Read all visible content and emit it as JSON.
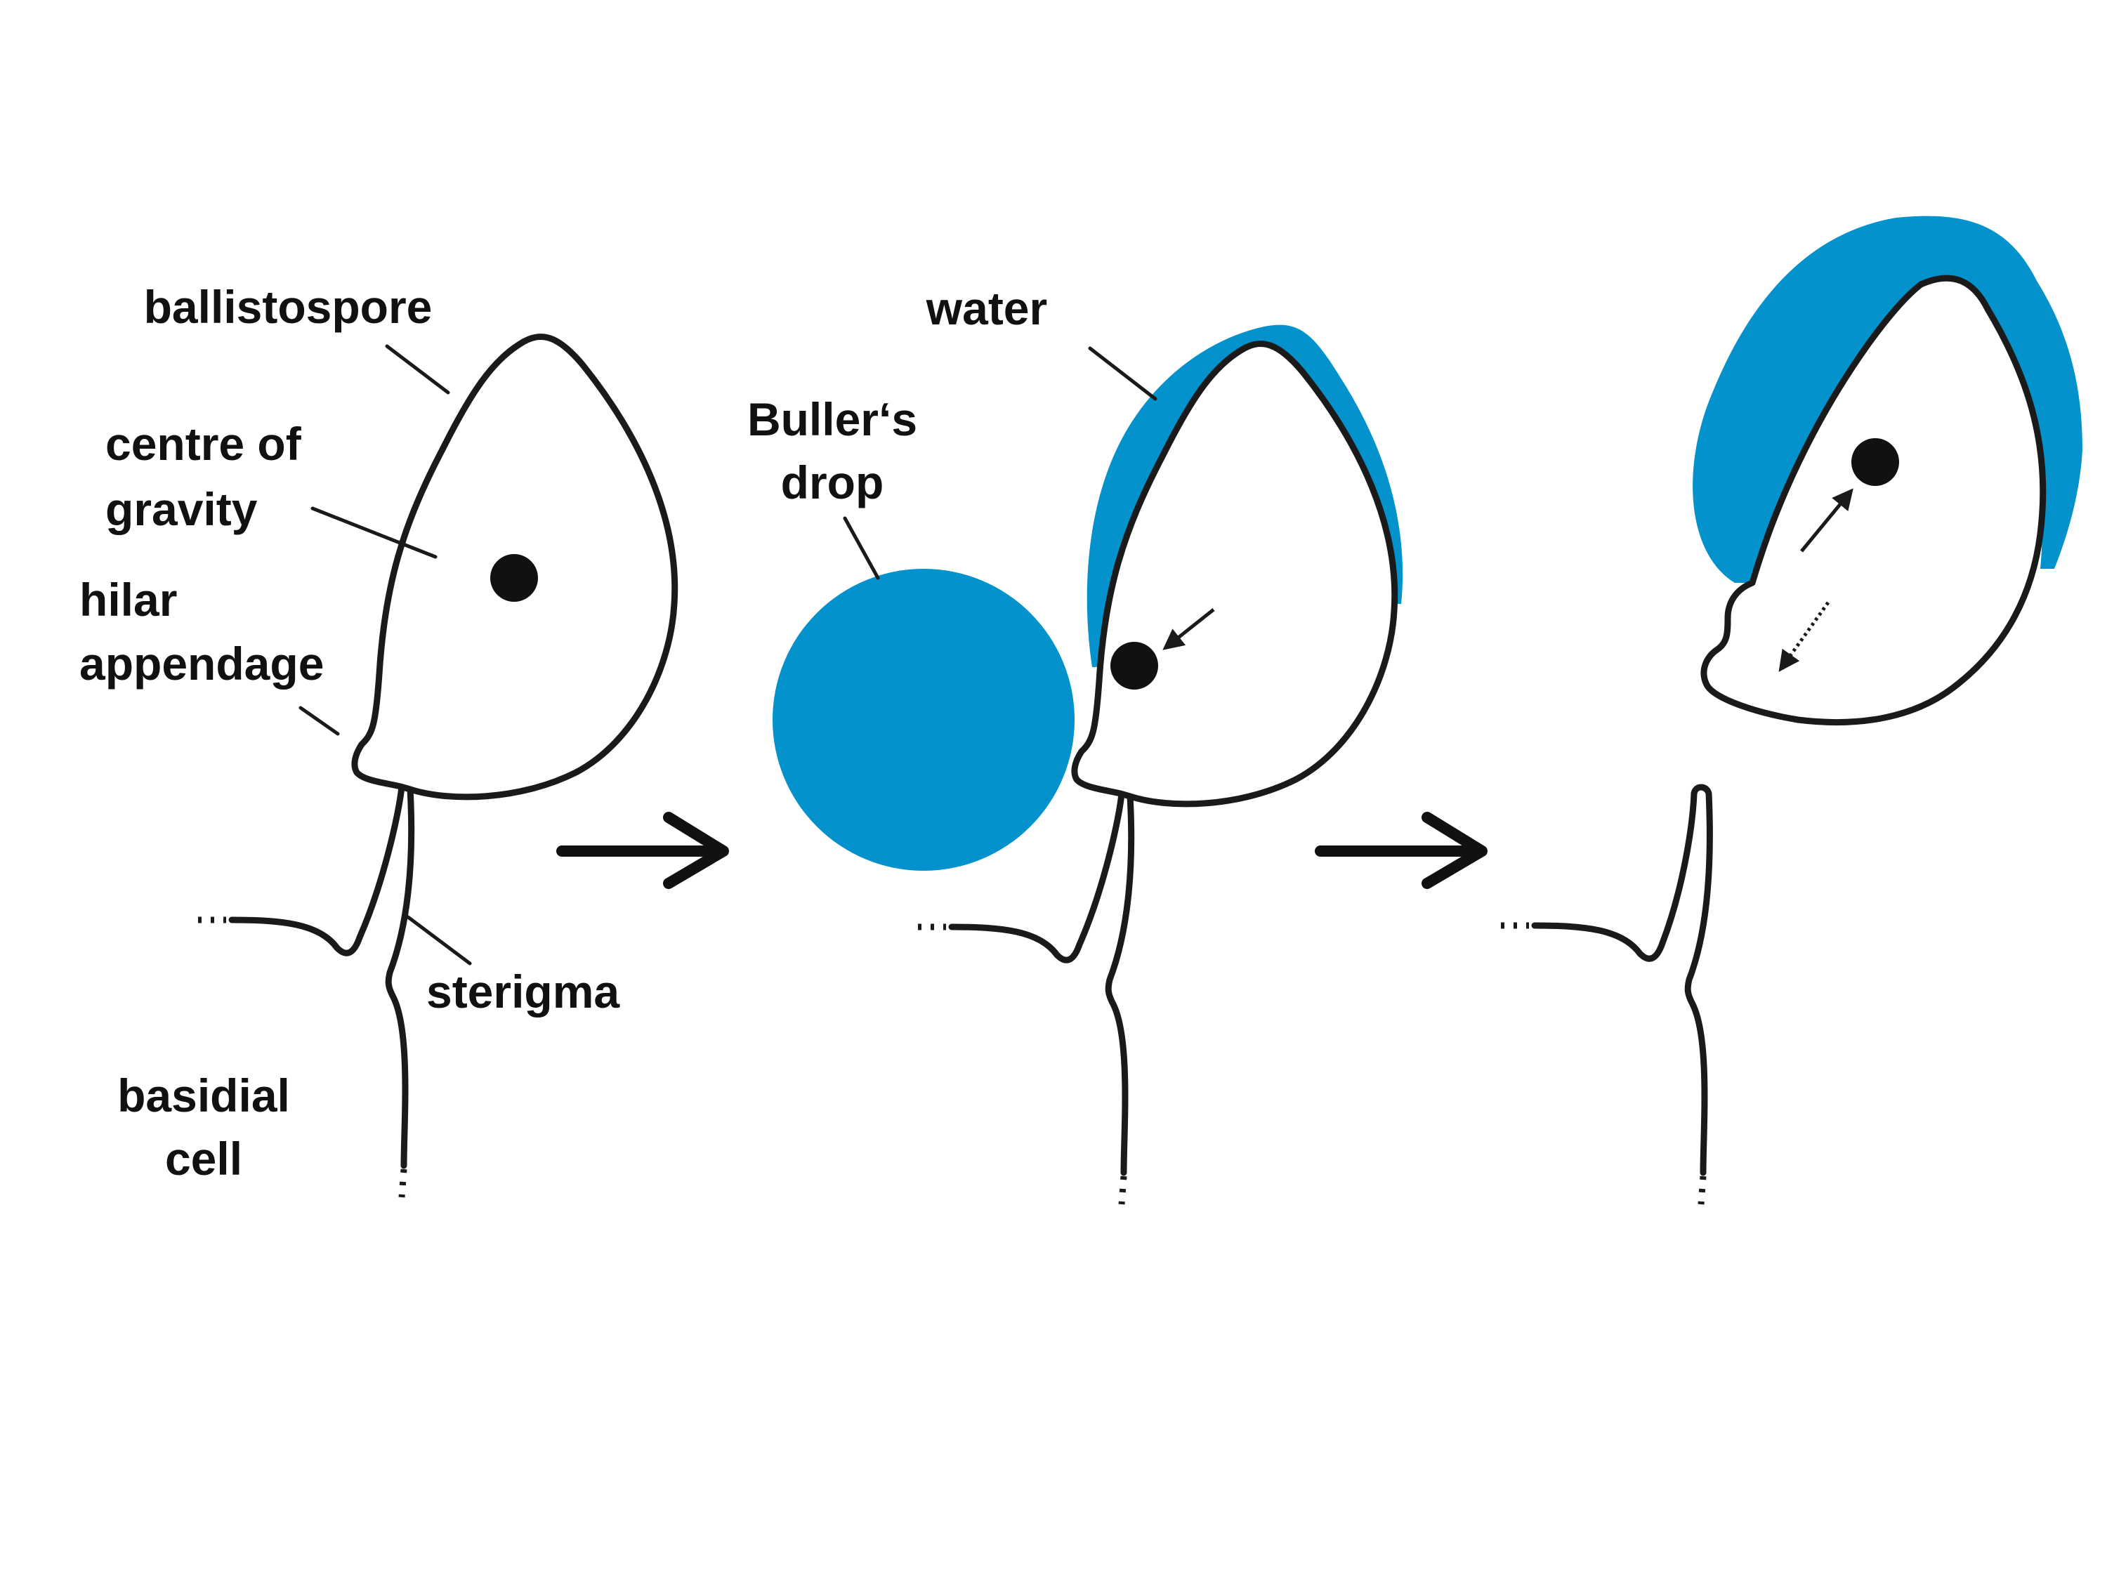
{
  "colors": {
    "water": "#0392cc",
    "outline": "#1a1a1a",
    "centre_of_gravity": "#111111"
  },
  "labels": {
    "ballistospore": "ballistospore",
    "centre_of_gravity_line1": "centre of",
    "centre_of_gravity_line2": "gravity",
    "hilar_appendage_line1": "hilar",
    "hilar_appendage_line2": "appendage",
    "sterigma": "sterigma",
    "basidial_cell_line1": "basidial",
    "basidial_cell_line2": "cell",
    "bullers_drop_line1": "Buller‘s",
    "bullers_drop_line2": "drop",
    "water": "water"
  },
  "icons": {
    "stage_arrow": "right-arrow-icon",
    "cog_shift_arrow": "small-arrow-icon",
    "recoil_arrow": "dotted-double-arrow-icon"
  }
}
